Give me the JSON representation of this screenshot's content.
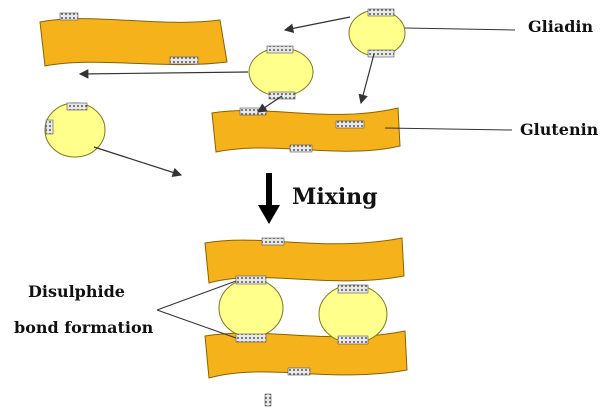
{
  "labels": {
    "gliadin": "Gliadin",
    "glutenin": "Glutenin",
    "mixing": "Mixing",
    "disulphide_line1": "Disulphide",
    "disulphide_line2": "bond formation"
  },
  "colors": {
    "strand_fill": "#F5B21B",
    "strand_stroke": "#8A6200",
    "globule_fill": "#FFFF8C",
    "globule_stroke": "#7A7A20",
    "patch_fill": "#D9D9D9",
    "line": "#333333",
    "arrow": "#000000"
  },
  "icons": {
    "bond_patch": "disulphide-site-icon"
  }
}
